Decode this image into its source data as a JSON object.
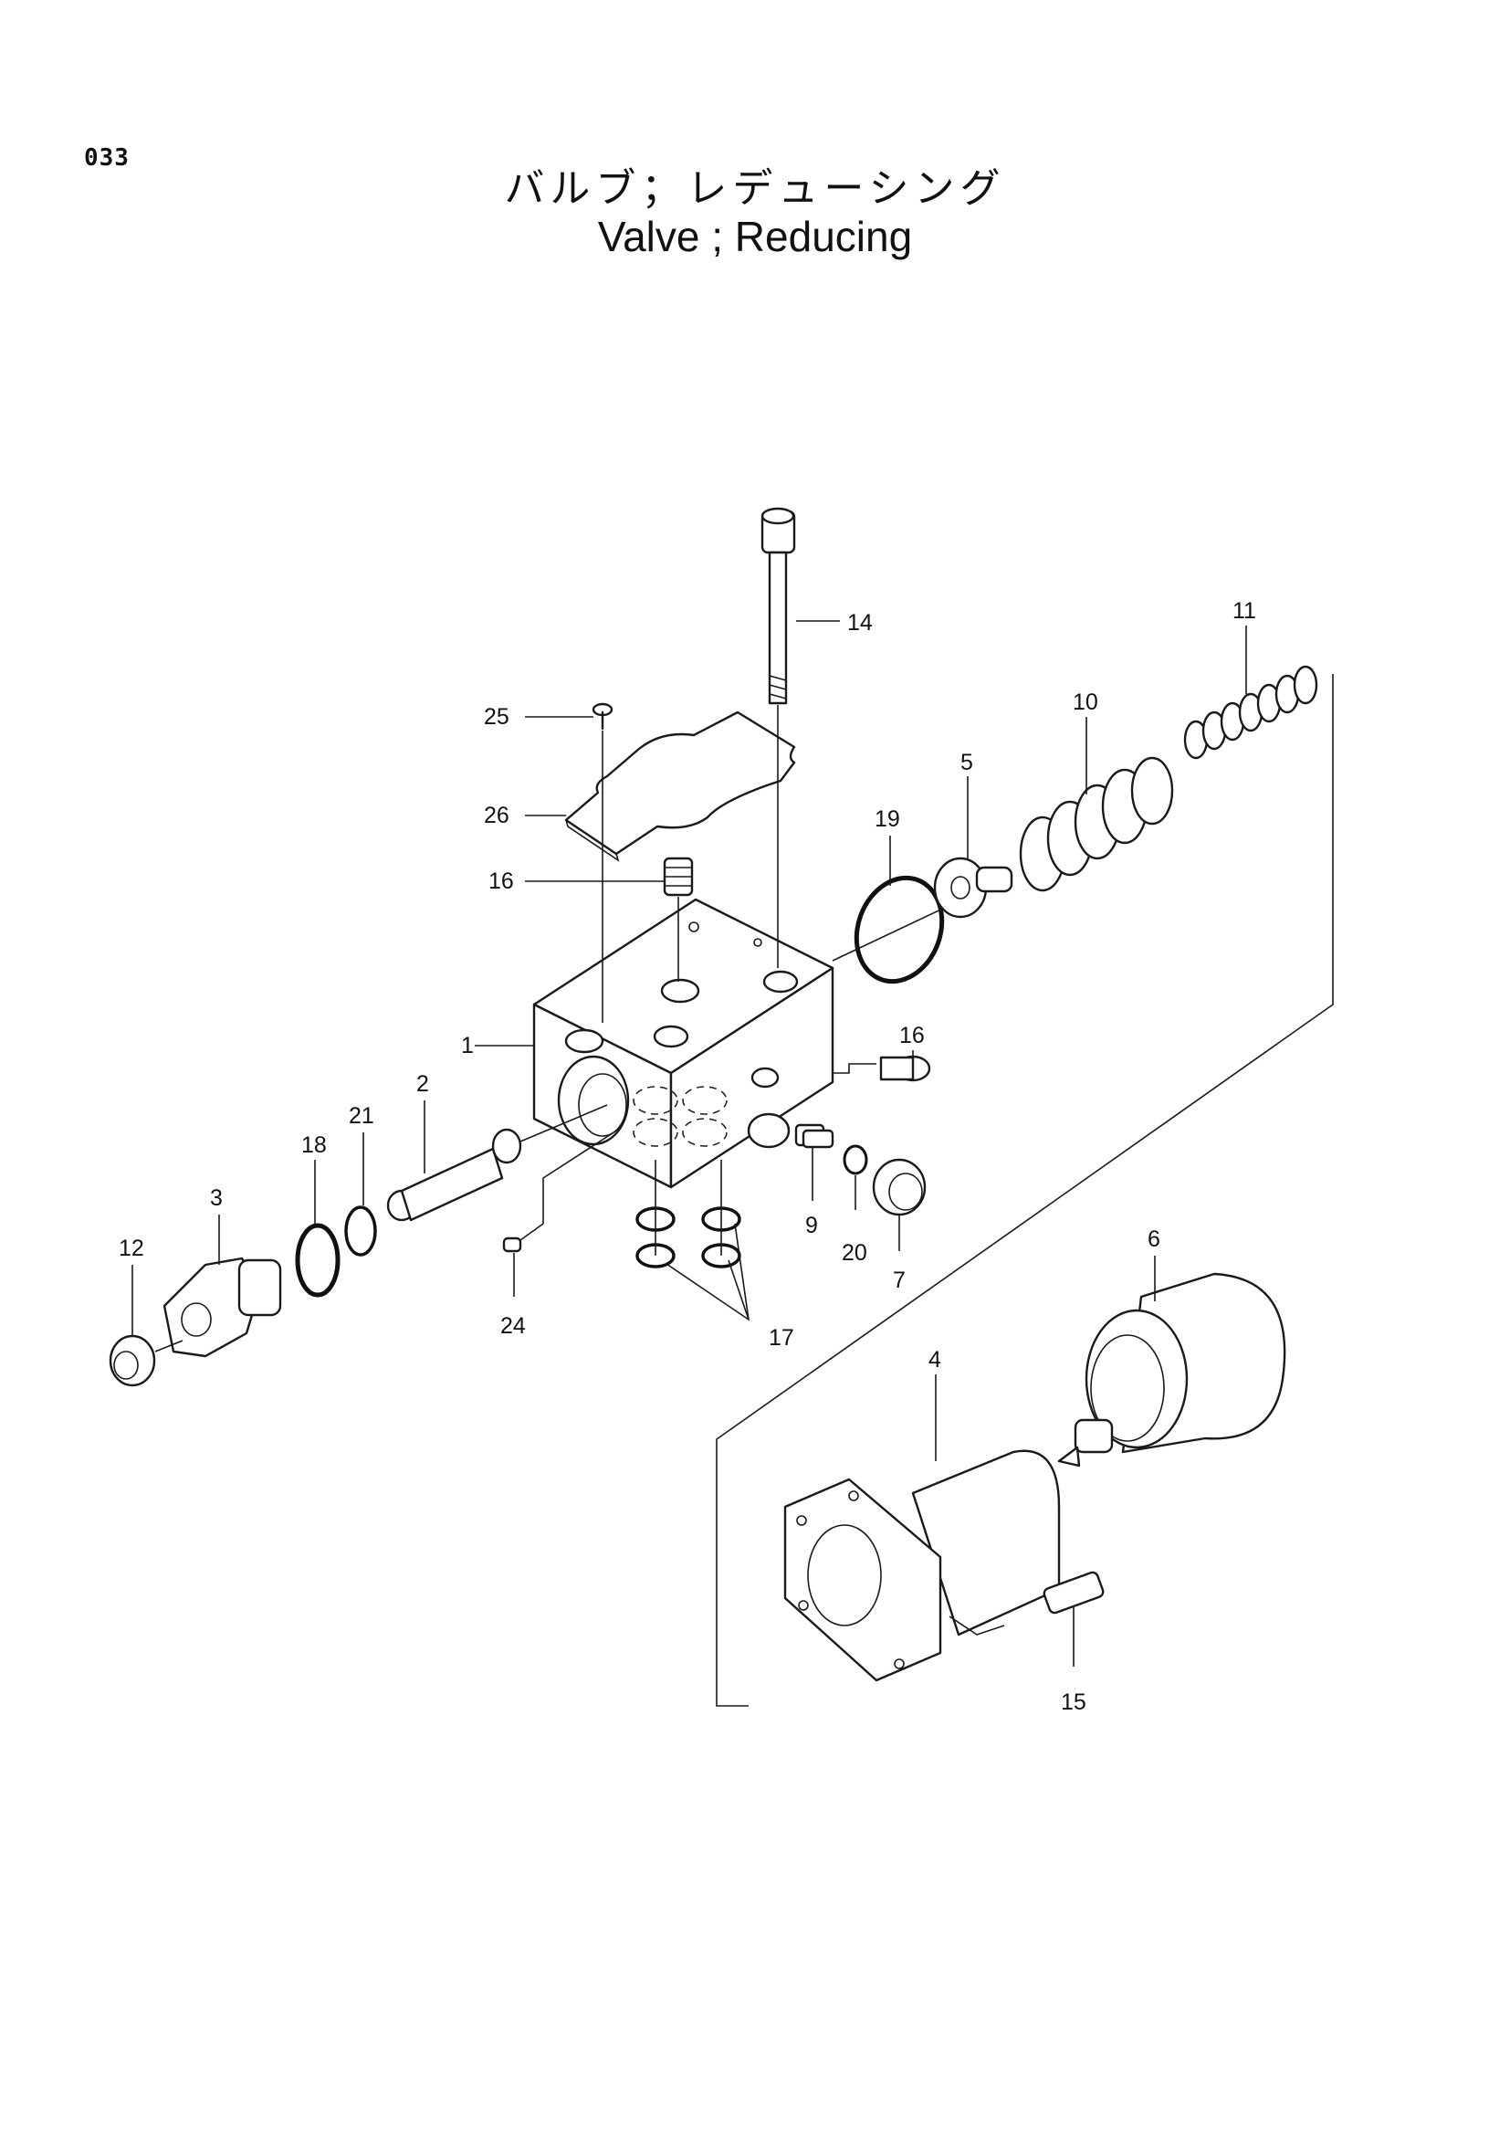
{
  "page_number": "033",
  "title_jp": "バルブ；レデューシング",
  "title_en": "Valve ; Reducing",
  "callouts": [
    "1",
    "2",
    "3",
    "4",
    "5",
    "6",
    "7",
    "9",
    "10",
    "11",
    "12",
    "14",
    "15",
    "16",
    "16",
    "17",
    "18",
    "19",
    "20",
    "21",
    "24",
    "25",
    "26"
  ]
}
